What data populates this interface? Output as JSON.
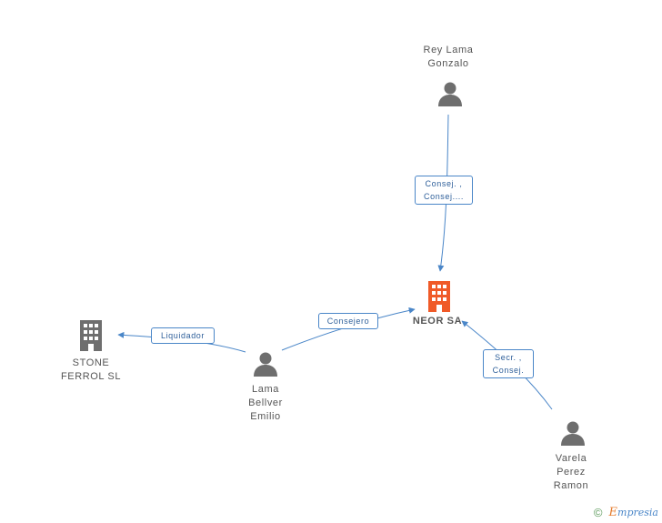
{
  "colors": {
    "person": "#6e6e6e",
    "company": "#6e6e6e",
    "main_company": "#f05a28",
    "edge": "#4a86c8",
    "edge_label_text": "#2e5f9a"
  },
  "nodes": {
    "main": {
      "name": "NEOR SA",
      "icon": "building-icon"
    },
    "stone": {
      "lines": [
        "STONE",
        "FERROL SL"
      ],
      "icon": "building-icon"
    },
    "rey": {
      "lines": [
        "Rey Lama",
        "Gonzalo"
      ],
      "icon": "person-icon"
    },
    "lama": {
      "lines": [
        "Lama",
        "Bellver",
        "Emilio"
      ],
      "icon": "person-icon"
    },
    "varela": {
      "lines": [
        "Varela",
        "Perez",
        "Ramon"
      ],
      "icon": "person-icon"
    }
  },
  "edges": {
    "rey_main": {
      "lines": [
        "Consej. ,",
        "Consej...."
      ]
    },
    "lama_main": {
      "lines": [
        "Consejero"
      ]
    },
    "lama_stone": {
      "lines": [
        "Liquidador"
      ]
    },
    "varela_main": {
      "lines": [
        "Secr. ,",
        "Consej."
      ]
    }
  },
  "footer": {
    "copyright": "©",
    "brand_first": "E",
    "brand_rest": "mpresia"
  }
}
